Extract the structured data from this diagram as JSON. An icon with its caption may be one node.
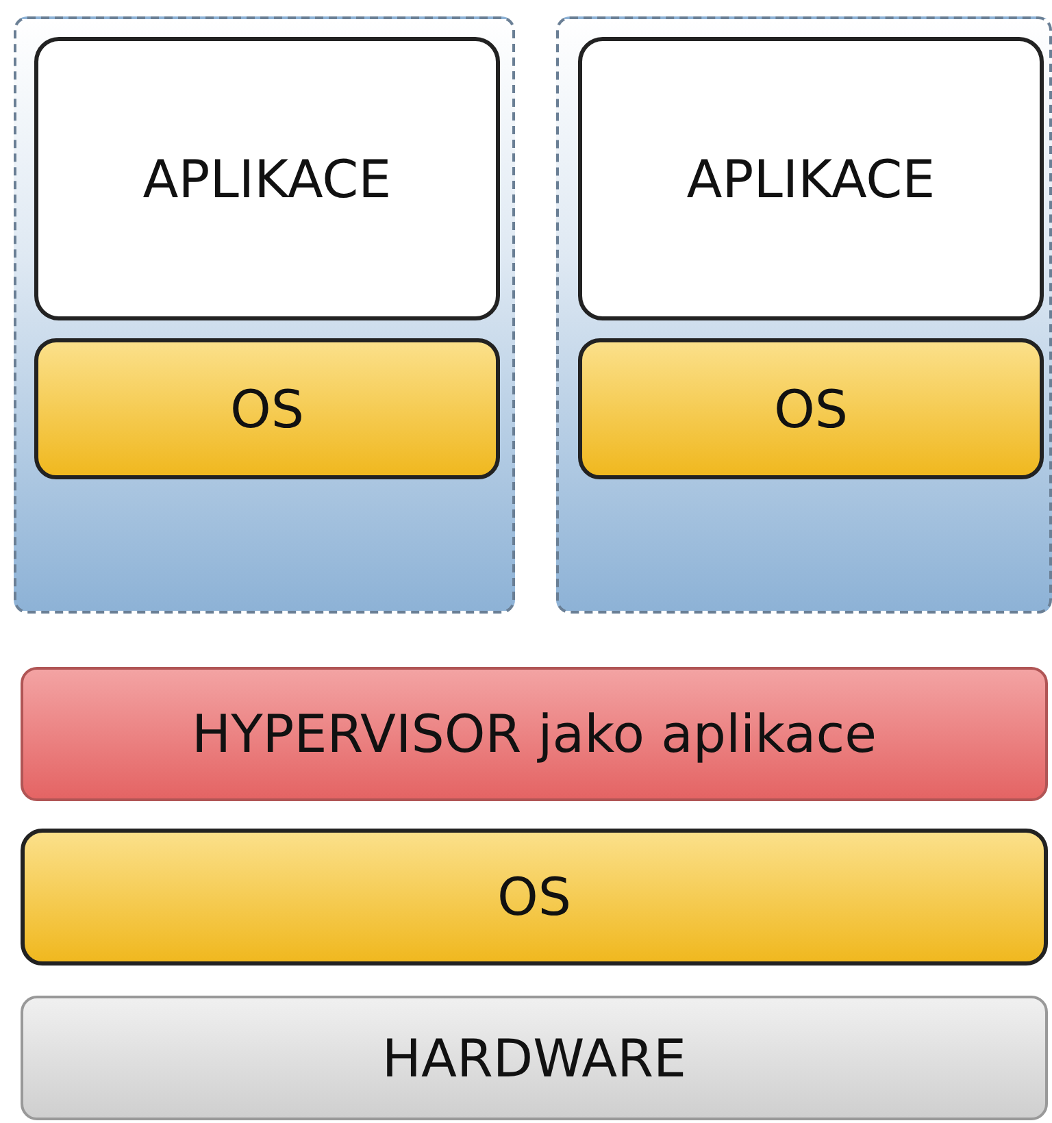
{
  "diagram": {
    "nodes": [
      {
        "text": [],
        "shape": "box"
      },
      {
        "text": [
          "APLIKACE"
        ],
        "in": 0
      },
      {
        "text": [
          "OS"
        ],
        "in": 0
      },
      {
        "text": [],
        "shape": "box"
      },
      {
        "text": [
          "APLIKACE"
        ],
        "in": 3
      },
      {
        "text": [
          "OS"
        ],
        "in": 3
      },
      {
        "text": [
          "HYPERVISOR jako aplikace"
        ]
      },
      {
        "text": [
          "OS"
        ]
      },
      {
        "text": [
          "HARDWARE"
        ]
      }
    ],
    "edges": []
  }
}
